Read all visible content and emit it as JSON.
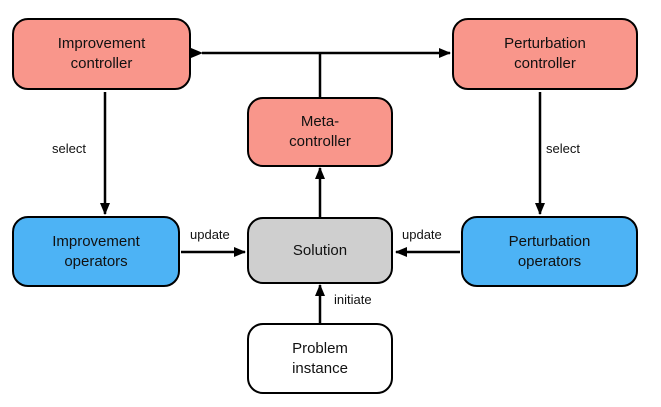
{
  "nodes": {
    "improvement_controller": {
      "line1": "Improvement",
      "line2": "controller"
    },
    "perturbation_controller": {
      "line1": "Perturbation",
      "line2": "controller"
    },
    "meta_controller": {
      "line1": "Meta-",
      "line2": "controller"
    },
    "improvement_operators": {
      "line1": "Improvement",
      "line2": "operators"
    },
    "perturbation_operators": {
      "line1": "Perturbation",
      "line2": "operators"
    },
    "solution": {
      "line1": "Solution"
    },
    "problem_instance": {
      "line1": "Problem",
      "line2": "instance"
    }
  },
  "edges": {
    "select_left": "select",
    "select_right": "select",
    "update_left": "update",
    "update_right": "update",
    "initiate": "initiate"
  },
  "colors": {
    "controller_fill": "#f9968b",
    "operator_fill": "#4db3f5",
    "solution_fill": "#cfcfcf",
    "instance_fill": "#ffffff",
    "stroke": "#000000"
  }
}
